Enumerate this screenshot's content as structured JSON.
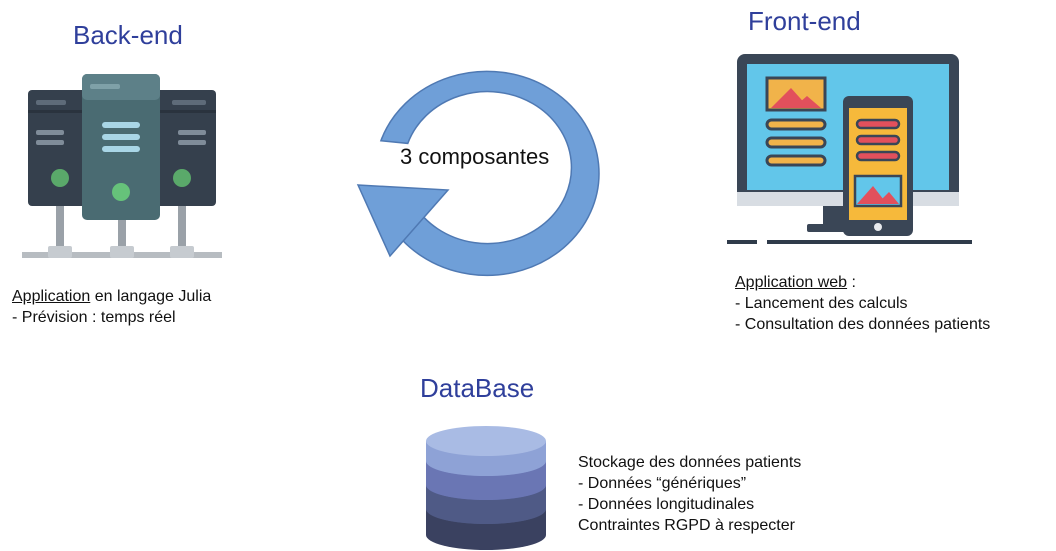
{
  "backend": {
    "title": "Back-end",
    "desc_underlined": "Application",
    "desc_rest": " en langage Julia",
    "desc_line2": "- Prévision : temps réel",
    "icon": "server-rack-icon"
  },
  "frontend": {
    "title": "Front-end",
    "desc_underlined": "Application web",
    "desc_rest": " :",
    "desc_line2": "- Lancement des calculs",
    "desc_line3": "- Consultation des données patients",
    "icon": "monitor-tablet-icon"
  },
  "center": {
    "label": "3 composantes",
    "icon": "circular-arrow-icon"
  },
  "database": {
    "title": "DataBase",
    "lines": [
      "Stockage des données patients",
      "- Données “génériques”",
      "- Données longitudinales",
      "Contraintes RGPD à respecter"
    ],
    "icon": "database-cylinder-icon"
  },
  "colors": {
    "heading": "#2f3f9b",
    "arrow": "#6f9fd8",
    "server_dark": "#35404d",
    "server_teal": "#4a6b72",
    "db_light": "#8ea2d6",
    "db_mid": "#6a76b4",
    "db_dark": "#3a4160"
  }
}
